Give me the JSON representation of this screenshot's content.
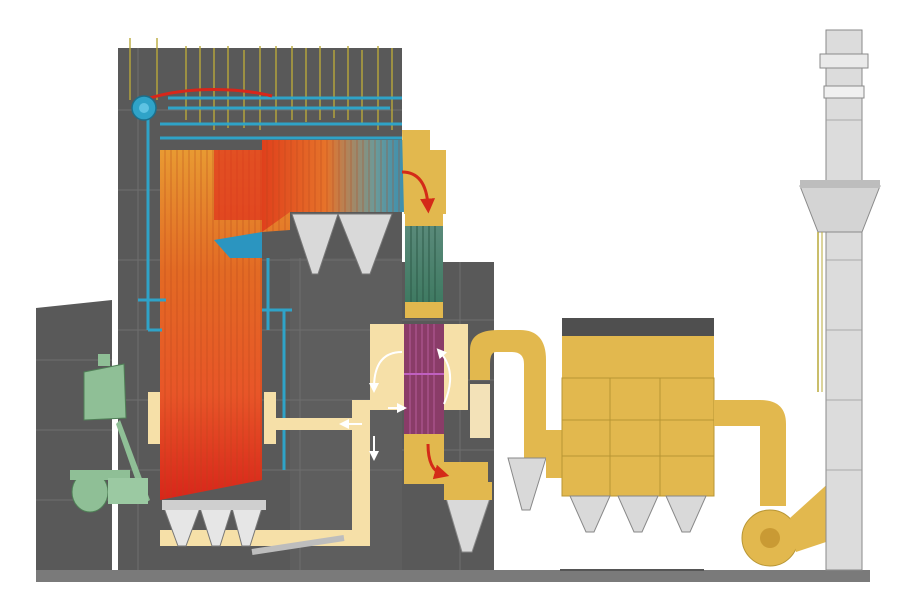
{
  "diagram": {
    "components": [
      {
        "id": "boiler-building",
        "name": "boiler-building"
      },
      {
        "id": "steam-drum",
        "name": "steam-drum"
      },
      {
        "id": "furnace",
        "name": "furnace"
      },
      {
        "id": "superheater-pass",
        "name": "superheater-pass"
      },
      {
        "id": "economizer",
        "name": "economizer"
      },
      {
        "id": "air-preheater",
        "name": "air-preheater"
      },
      {
        "id": "cyclone",
        "name": "cyclone"
      },
      {
        "id": "electrostatic-precipitator",
        "name": "electrostatic-precipitator"
      },
      {
        "id": "induced-draft-fan",
        "name": "induced-draft-fan"
      },
      {
        "id": "chimney",
        "name": "chimney"
      },
      {
        "id": "coal-mill",
        "name": "coal-mill"
      },
      {
        "id": "forced-draft-fan",
        "name": "forced-draft-fan"
      },
      {
        "id": "ash-hoppers",
        "name": "ash-hoppers"
      }
    ],
    "flows": [
      {
        "from": "furnace",
        "to": "superheater-pass",
        "medium": "flue-gas"
      },
      {
        "from": "superheater-pass",
        "to": "economizer",
        "medium": "flue-gas"
      },
      {
        "from": "economizer",
        "to": "air-preheater",
        "medium": "flue-gas"
      },
      {
        "from": "air-preheater",
        "to": "electrostatic-precipitator",
        "medium": "flue-gas"
      },
      {
        "from": "electrostatic-precipitator",
        "to": "induced-draft-fan",
        "medium": "flue-gas"
      },
      {
        "from": "induced-draft-fan",
        "to": "chimney",
        "medium": "flue-gas"
      },
      {
        "from": "air-preheater",
        "to": "furnace",
        "medium": "combustion-air"
      }
    ],
    "colors": {
      "building": "#595959",
      "ground": "#7a7a7a",
      "duct": "#e2b84e",
      "air_duct": "#f6e0a8",
      "water_pipe": "#2fa3c8",
      "hot": "#d62a1a",
      "warm": "#e8892a",
      "mill": "#8fbf96",
      "chimney": "#d9d9d9",
      "flow_arrow": "#d42a18"
    }
  }
}
